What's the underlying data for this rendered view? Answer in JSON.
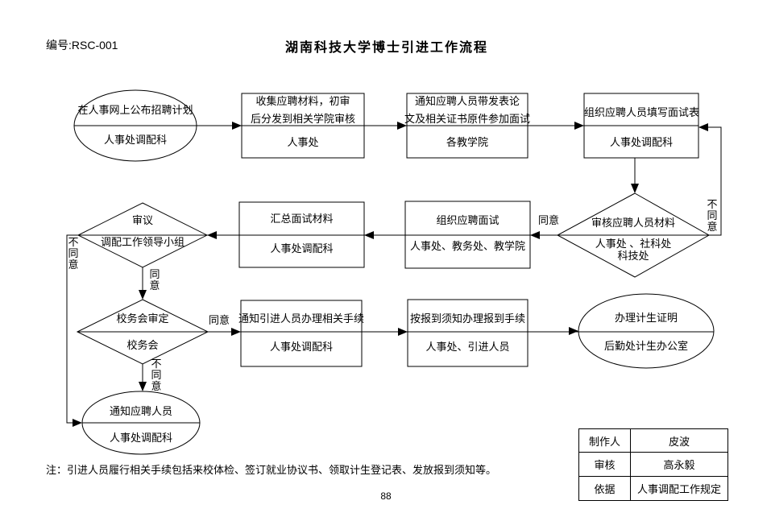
{
  "header": {
    "doc_number": "编号:RSC-001",
    "title": "湖南科技大学博士引进工作流程"
  },
  "nodes": {
    "publish_plan": {
      "line1": "在人事网上公布招聘计划",
      "line2": "人事处调配科"
    },
    "collect": {
      "line1": "收集应聘材料，初审",
      "line2": "后分发到相关学院审核",
      "line3": "人事处"
    },
    "notify_interview": {
      "line1": "通知应聘人员带发表论",
      "line2": "文及相关证书原件参加面试",
      "line3": "各教学院"
    },
    "fill_form": {
      "line1": "组织应聘人员填写面试表",
      "line2": "人事处调配科"
    },
    "leading_review": {
      "line1": "审议",
      "line2": "调配工作领导小组"
    },
    "summarize": {
      "line1": "汇总面试材料",
      "line2": "人事处调配科"
    },
    "organize_interview": {
      "line1": "组织应聘面试",
      "line2": "人事处、教务处、教学院"
    },
    "check_materials": {
      "line1": "审核应聘人员材料",
      "line2": "人事处 、社科处",
      "line3": "科技处"
    },
    "council_review": {
      "line1": "校务会审定",
      "line2": "校务会"
    },
    "notify_procedure": {
      "line1": "通知引进人员办理相关手续",
      "line2": "人事处调配科"
    },
    "checkin": {
      "line1": "按报到须知办理报到手续",
      "line2": "人事处、引进人员"
    },
    "family_planning": {
      "line1": "办理计生证明",
      "line2": "后勤处计生办公室"
    },
    "notify_applicant": {
      "line1": "通知应聘人员",
      "line2": "人事处调配科"
    }
  },
  "labels": {
    "disagree_materials": "不同意",
    "agree_materials": "同意",
    "agree_leading": "同意",
    "disagree_leading": "不同意",
    "agree_council": "同意",
    "disagree_council": "不同意"
  },
  "note": "注：引进人员履行相关手续包括来校体检、签订就业协议书、领取计生登记表、发放报到须知等。",
  "page_number": "88",
  "info_table": {
    "rows": [
      {
        "label": "制作人",
        "value": "皮波"
      },
      {
        "label": "审核",
        "value": "高永毅"
      },
      {
        "label": "依据",
        "value": "人事调配工作规定"
      }
    ]
  },
  "colors": {
    "line": "#000000",
    "background": "#ffffff",
    "text": "#000000"
  }
}
